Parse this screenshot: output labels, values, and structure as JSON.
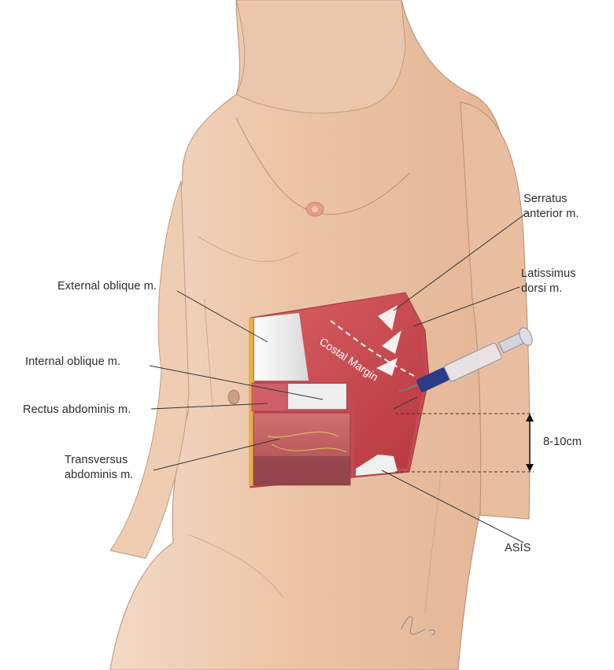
{
  "labels": {
    "serratus": "Serratus\nanterior m.",
    "latissimus": "Latissimus\ndorsi m.",
    "external_oblique": "External oblique m.",
    "internal_oblique": "Internal oblique m.",
    "rectus": "Rectus abdominis m.",
    "transversus": "Transversus\nabdominis m.",
    "costal_margin": "Costal Margin",
    "distance": "8-10cm",
    "asis": "ASIS"
  },
  "colors": {
    "skin": "#e8c0a0",
    "skin_shadow": "#d6a583",
    "muscle": "#c9484f",
    "fascia": "#eeeeee",
    "syringe_needle": "#2a3d86",
    "leader_line": "#333333"
  }
}
